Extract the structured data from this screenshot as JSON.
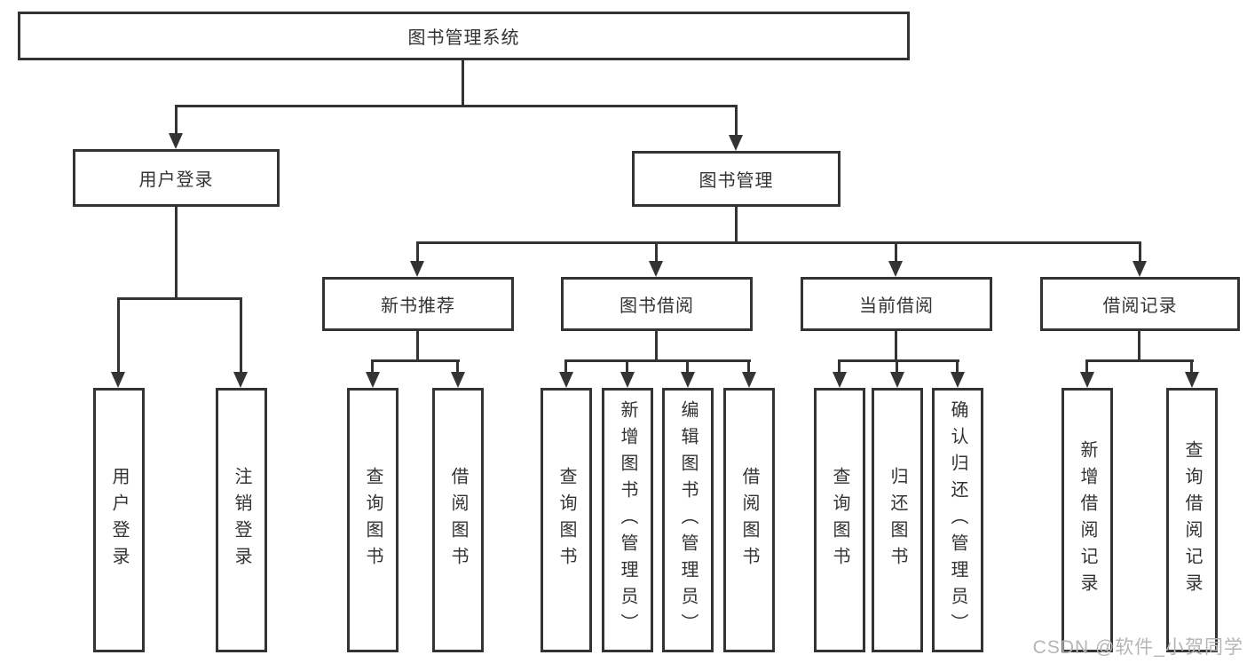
{
  "title": {
    "label": "图书管理系统"
  },
  "level2": [
    {
      "label": "用户登录"
    },
    {
      "label": "图书管理"
    }
  ],
  "level3": [
    {
      "label": "新书推荐"
    },
    {
      "label": "图书借阅"
    },
    {
      "label": "当前借阅"
    },
    {
      "label": "借阅记录"
    }
  ],
  "leaves": [
    {
      "label": "用户登录"
    },
    {
      "label": "注销登录"
    },
    {
      "label": "查询图书"
    },
    {
      "label": "借阅图书"
    },
    {
      "label": "查询图书"
    },
    {
      "label": "新增图书（管理员）"
    },
    {
      "label": "编辑图书（管理员）"
    },
    {
      "label": "借阅图书"
    },
    {
      "label": "查询图书"
    },
    {
      "label": "归还图书"
    },
    {
      "label": "确认归还（管理员）"
    },
    {
      "label": "新增借阅记录"
    },
    {
      "label": "查询借阅记录"
    }
  ],
  "watermark": {
    "text": "CSDN @软件_小贺同学"
  },
  "colors": {
    "line": "#333333",
    "text": "#333333",
    "watermark": "#b5b5b5",
    "background": "#ffffff"
  }
}
